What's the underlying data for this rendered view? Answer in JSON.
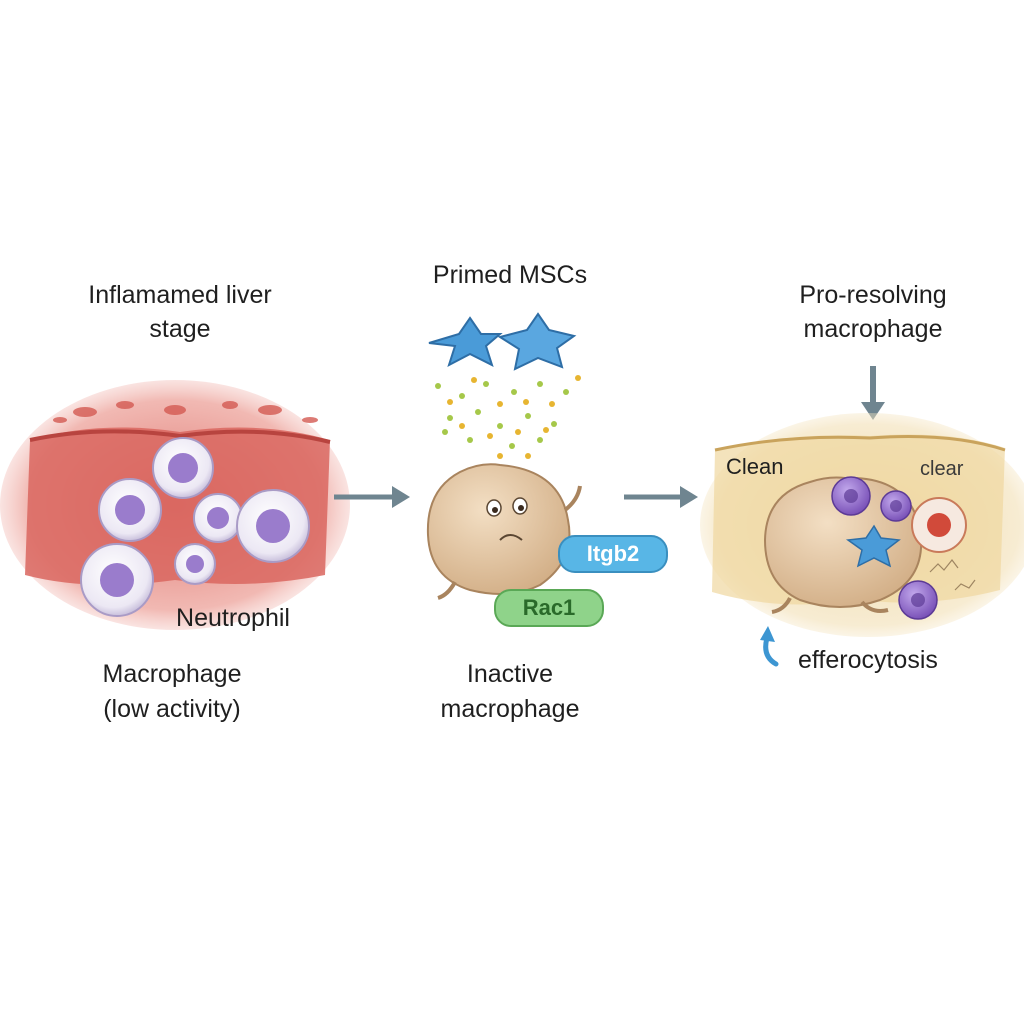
{
  "panels": {
    "left": {
      "title_line1": "Inflamamed liver",
      "title_line2": "stage",
      "neutrophil_label": "Neutrophil",
      "macrophage_line1": "Macrophage",
      "macrophage_line2": "(low activity)"
    },
    "middle": {
      "title": "Primed MSCs",
      "pill_itgb2": "Itgb2",
      "pill_rac1": "Rac1",
      "macrophage_line1": "Inactive",
      "macrophage_line2": "macrophage"
    },
    "right": {
      "title_line1": "Pro-resolving",
      "title_line2": "macrophage",
      "tissue_label_left": "Clean",
      "tissue_label_right": "clear",
      "efferocytosis_label": "efferocytosis"
    }
  },
  "colors": {
    "tissue_red": "#d9605a",
    "tissue_tan": "#e8c98a",
    "cell_purple": "#8f6cc8",
    "msc_blue": "#4a9bd8",
    "pill_blue": "#58b6e6",
    "pill_green": "#6cc66c",
    "arrow_gray": "#6f8590"
  },
  "icons": [
    "arrow-right-icon",
    "arrow-down-icon",
    "curved-arrow-icon",
    "star-msc-icon"
  ]
}
